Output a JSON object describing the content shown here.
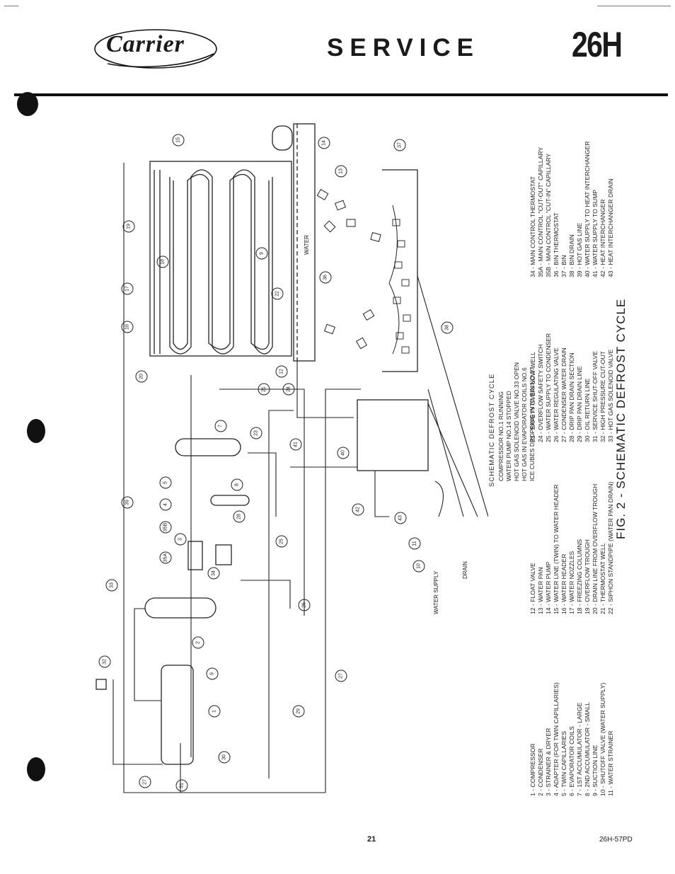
{
  "header": {
    "brand": "Carrier",
    "title": "SERVICE",
    "model": "26H"
  },
  "figure": {
    "caption": "FIG. 2 - SCHEMATIC DEFROST CYCLE",
    "diagram_title": "SCHEMATIC  DEFROST  CYCLE",
    "cycle_notes": [
      "COMPRESSOR NO.1 RUNNING",
      "WATER PUMP NO.14 STOPPED",
      "HOT GAS SOLENOID VALVE NO.33 OPEN",
      "HOT GAS IN EVAPORATOR COILS NO.6",
      "ICE CUBES DROPPING INTO BIN NO.37"
    ],
    "inline_labels": {
      "water": "WATER",
      "water_supply": "WATER SUPPLY",
      "drain": "DRAIN"
    },
    "callouts": [
      "15",
      "14",
      "13",
      "37",
      "19",
      "9",
      "18",
      "17",
      "16",
      "22",
      "36",
      "38",
      "20",
      "12",
      "21",
      "24",
      "7",
      "23",
      "41",
      "40",
      "5",
      "8",
      "4",
      "28",
      "42",
      "43",
      "11",
      "10",
      "39",
      "35B",
      "3",
      "35A",
      "25",
      "33",
      "34",
      "26",
      "2",
      "9",
      "32",
      "27",
      "1",
      "29",
      "30",
      "27",
      "31"
    ]
  },
  "legend": {
    "col1": [
      "1 - COMPRESSOR",
      "2 - CONDENSER",
      "3 - STRAINER & DRYER",
      "4 - ADAPTER (FOR TWIN CAPILLARIES)",
      "5 - TWIN CAPILLARIES",
      "6 - EVAPORATOR COILS",
      "7 - 1ST ACCUMULATOR - LARGE",
      "8 - 2ND ACCUMULATOR - SMALL",
      "9 - SUCTION LINE",
      "10 - SHUTOFF VALVE (WATER SUPPLY)",
      "11 - WATER STRAINER"
    ],
    "col2": [
      "12 - FLOAT VALVE",
      "13 - WATER PAN",
      "14 - WATER PUMP",
      "15 - WATER LINE (TWIN) TO WATER HEADER",
      "16 - WATER HEADER",
      "17 - WATER NOZZLES",
      "18 - FREEZING COLUMNS",
      "19 - OVERFLOW TROUGH",
      "20 - DRAIN LINE FROM OVERFLOW TROUGH",
      "21 - THERMOSTAT WELL",
      "22 - SIPHON STANDPIPE (WATER PAN DRAIN)"
    ],
    "col3": [
      "23 - SAFETY OVERFLOW WELL",
      "24 - OVERFLOW SAFETY SWITCH",
      "25 - WATER SUPPLY TO CONDENSER",
      "26 - WATER REGULATING VALVE",
      "27 - CONDENSER WATER DRAIN",
      "28 - DRIP PAN DRAIN SECTION",
      "29 - DRIP PAN DRAIN LINE",
      "30 - OIL RETURN LINE",
      "31 - SERVICE SHUT-OFF VALVE",
      "32 - HIGH PRESSURE CUT-OUT",
      "33 - HOT GAS SOLENOID VALVE"
    ],
    "col4": [
      "34 - MAIN CONTROL THERMOSTAT",
      "35A - MAIN CONTROL \"CUT-OUT\" CAPILLARY",
      "35B - MAIN CONTROL \"CUT-IN\" CAPILLARY",
      "36 - BIN THERMOSTAT",
      "37 - BIN",
      "38 - BIN DRAIN",
      "39 - HOT GAS LINE",
      "40 - WATER SUPPLY TO HEAT INTERCHANGER",
      "41 - WATER SUPPLY TO SUMP",
      "42 - HEAT INTERCHANGER",
      "43 - HEAT INTERCHANGER DRAIN"
    ]
  },
  "footer": {
    "page_number": "21",
    "doc_code": "26H-57PD"
  }
}
